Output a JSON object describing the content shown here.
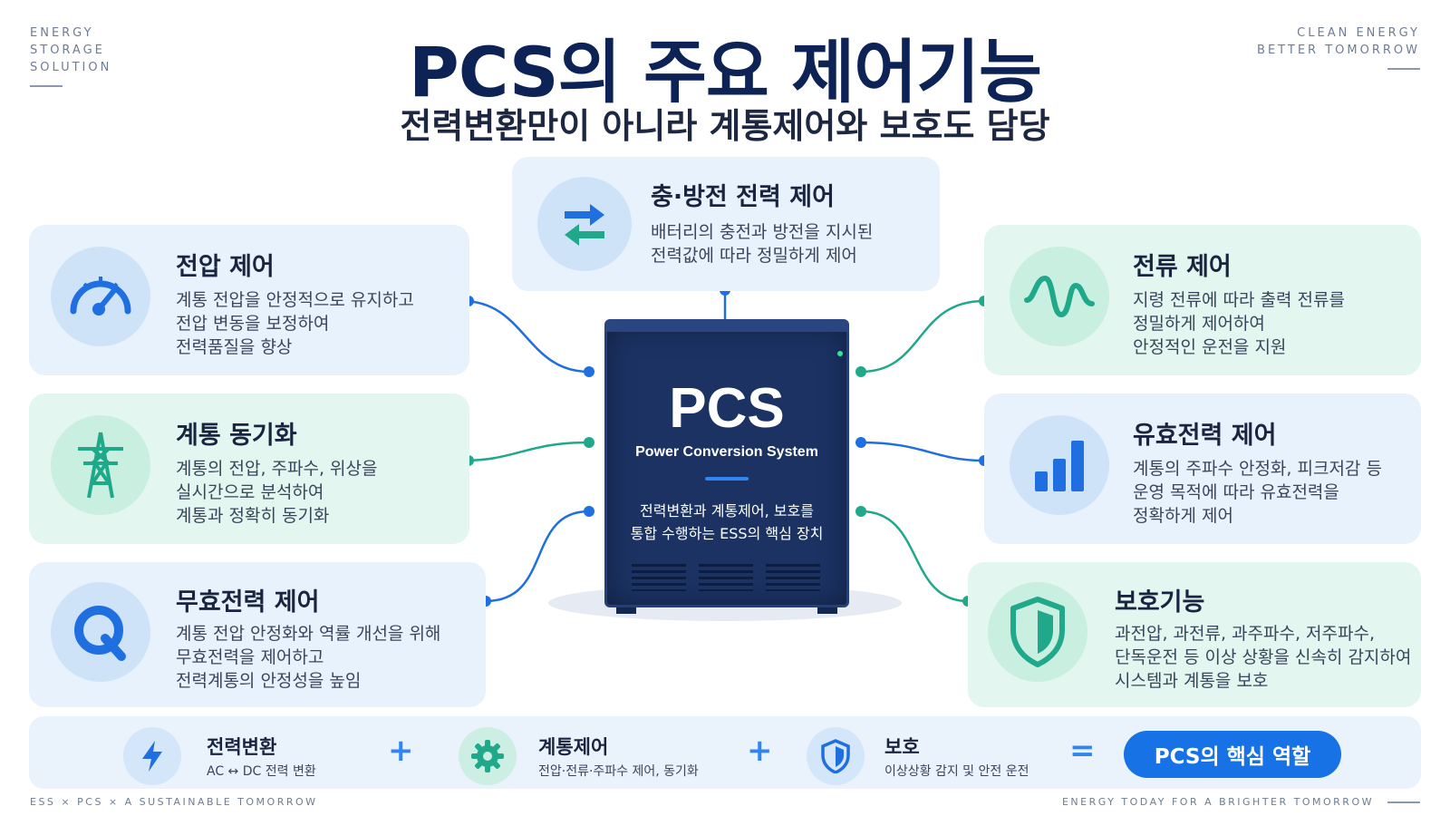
{
  "corner_left": [
    "ENERGY",
    "STORAGE",
    "SOLUTION"
  ],
  "corner_right": [
    "CLEAN ENERGY",
    "BETTER TOMORROW"
  ],
  "title": "PCS의 주요 제어기능",
  "subtitle": "전력변환만이 아니라 계통제어와 보호도 담당",
  "cards": {
    "charge": {
      "title": "충·방전 전력 제어",
      "desc": [
        "배터리의 충전과 방전을 지시된",
        "전력값에 따라 정밀하게 제어"
      ],
      "icon": "exchange-arrows-icon"
    },
    "voltage": {
      "title": "전압 제어",
      "desc": [
        "계통 전압을 안정적으로 유지하고",
        "전압 변동을 보정하여",
        "전력품질을 향상"
      ],
      "icon": "gauge-icon"
    },
    "sync": {
      "title": "계통 동기화",
      "desc": [
        "계통의 전압, 주파수, 위상을",
        "실시간으로 분석하여",
        "계통과 정확히 동기화"
      ],
      "icon": "transmission-tower-icon"
    },
    "reactive": {
      "title": "무효전력 제어",
      "desc": [
        "계통 전압 안정화와 역률 개선을 위해",
        "무효전력을 제어하고",
        "전력계통의 안정성을 높임"
      ],
      "icon": "letter-q-icon"
    },
    "current": {
      "title": "전류 제어",
      "desc": [
        "지령 전류에 따라 출력 전류를",
        "정밀하게 제어하여",
        "안정적인 운전을 지원"
      ],
      "icon": "waveform-icon"
    },
    "active": {
      "title": "유효전력 제어",
      "desc": [
        "계통의 주파수 안정화, 피크저감 등",
        "운영 목적에 따라 유효전력을",
        "정확하게 제어"
      ],
      "icon": "bar-chart-icon"
    },
    "protect": {
      "title": "보호기능",
      "desc": [
        "과전압, 과전류, 과주파수, 저주파수,",
        "단독운전 등 이상 상황을 신속히 감지하여",
        "시스템과 계통을 보호"
      ],
      "icon": "shield-icon"
    }
  },
  "pcs": {
    "name": "PCS",
    "full": "Power Conversion System",
    "desc": [
      "전력변환과 계통제어, 보호를",
      "통합 수행하는 ESS의 핵심 장치"
    ]
  },
  "bottom": {
    "items": [
      {
        "title": "전력변환",
        "desc": "AC ↔ DC 전력 변환",
        "icon": "lightning-icon"
      },
      {
        "title": "계통제어",
        "desc": "전압·전류·주파수 제어, 동기화",
        "icon": "gear-icon"
      },
      {
        "title": "보호",
        "desc": "이상상황 감지 및 안전 운전",
        "icon": "shield-icon"
      }
    ],
    "plus": "+",
    "equals": "=",
    "result": "PCS의 핵심 역할"
  },
  "footer_left": "ESS  ×  PCS  ×  A SUSTAINABLE TOMORROW",
  "footer_right": "ENERGY TODAY  FOR A BRIGHTER TOMORROW",
  "colors": {
    "navy": "#0d2356",
    "blue": "#1f6fe0",
    "green": "#1fa98a",
    "card_blue": "#e8f2fc",
    "card_green": "#e3f6ef"
  }
}
